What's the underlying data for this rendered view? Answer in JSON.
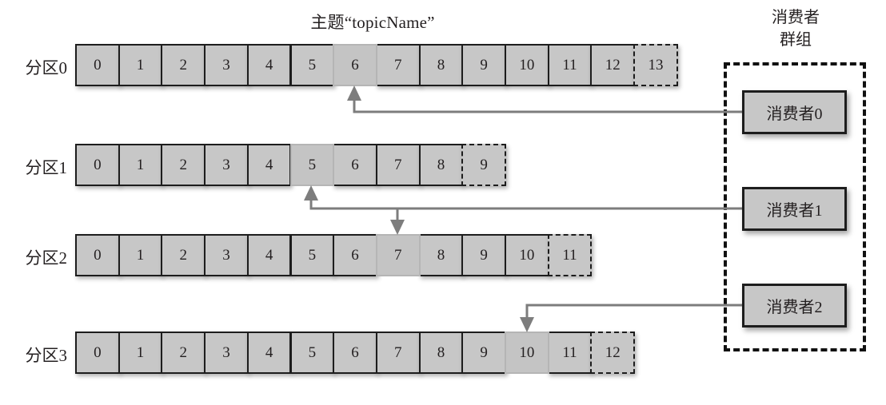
{
  "diagram": {
    "topic_title": "主题“topicName”",
    "group_title_line1": "消费者",
    "group_title_line2": "群组",
    "colors": {
      "cell_fill": "#c7c7c7",
      "cell_border": "#1d1d1d",
      "current_cell_border": "#b5b5b5",
      "wire": "#7d7d7d",
      "group_border": "#111111",
      "text": "#231f20"
    },
    "partitions": [
      {
        "label": "分区0",
        "messages": [
          "0",
          "1",
          "2",
          "3",
          "4",
          "5",
          "6",
          "7",
          "8",
          "9",
          "10",
          "11",
          "12",
          "13"
        ],
        "current_offset_index": 6,
        "pending_index": 13,
        "consumer": "消费者0"
      },
      {
        "label": "分区1",
        "messages": [
          "0",
          "1",
          "2",
          "3",
          "4",
          "5",
          "6",
          "7",
          "8",
          "9"
        ],
        "current_offset_index": 5,
        "pending_index": 9,
        "consumer": "消费者1"
      },
      {
        "label": "分区2",
        "messages": [
          "0",
          "1",
          "2",
          "3",
          "4",
          "5",
          "6",
          "7",
          "8",
          "9",
          "10",
          "11"
        ],
        "current_offset_index": 7,
        "pending_index": 11,
        "consumer": "消费者1"
      },
      {
        "label": "分区3",
        "messages": [
          "0",
          "1",
          "2",
          "3",
          "4",
          "5",
          "6",
          "7",
          "8",
          "9",
          "10",
          "11",
          "12"
        ],
        "current_offset_index": 10,
        "pending_index": 12,
        "consumer": "消费者2"
      }
    ],
    "consumer_group": {
      "members": [
        {
          "label": "消费者0"
        },
        {
          "label": "消费者1"
        },
        {
          "label": "消费者2"
        }
      ]
    }
  }
}
